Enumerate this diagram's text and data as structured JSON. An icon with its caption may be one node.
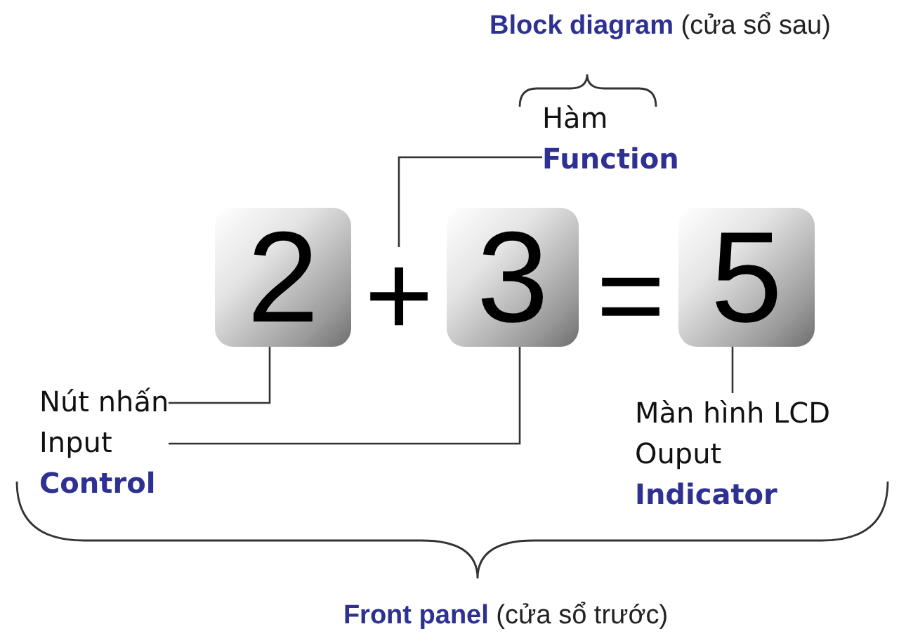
{
  "diagram": {
    "title": "**Block diagram** (cửa sổ sau)",
    "nodes": [
      {
        "text": [
          "Hàm",
          "Function"
        ]
      },
      {
        "text": [
          "2"
        ]
      },
      {
        "text": [
          "+"
        ]
      },
      {
        "text": [
          "3"
        ]
      },
      {
        "text": [
          "5"
        ]
      },
      {
        "text": [
          "Nút nhấn",
          "Input",
          "Control"
        ]
      },
      {
        "text": [
          "Màn hình LCD",
          "Ouput",
          "Indicator"
        ]
      }
    ],
    "edges": [
      {
        "from": 0,
        "to": 2,
        "arrow": "none"
      },
      {
        "from": 5,
        "to": 1,
        "arrow": "none"
      },
      {
        "from": 5,
        "to": 3,
        "arrow": "none"
      },
      {
        "from": 6,
        "to": 4,
        "arrow": "none"
      }
    ],
    "labels": [
      "=",
      "**Front panel** (cửa sổ trước)"
    ]
  }
}
